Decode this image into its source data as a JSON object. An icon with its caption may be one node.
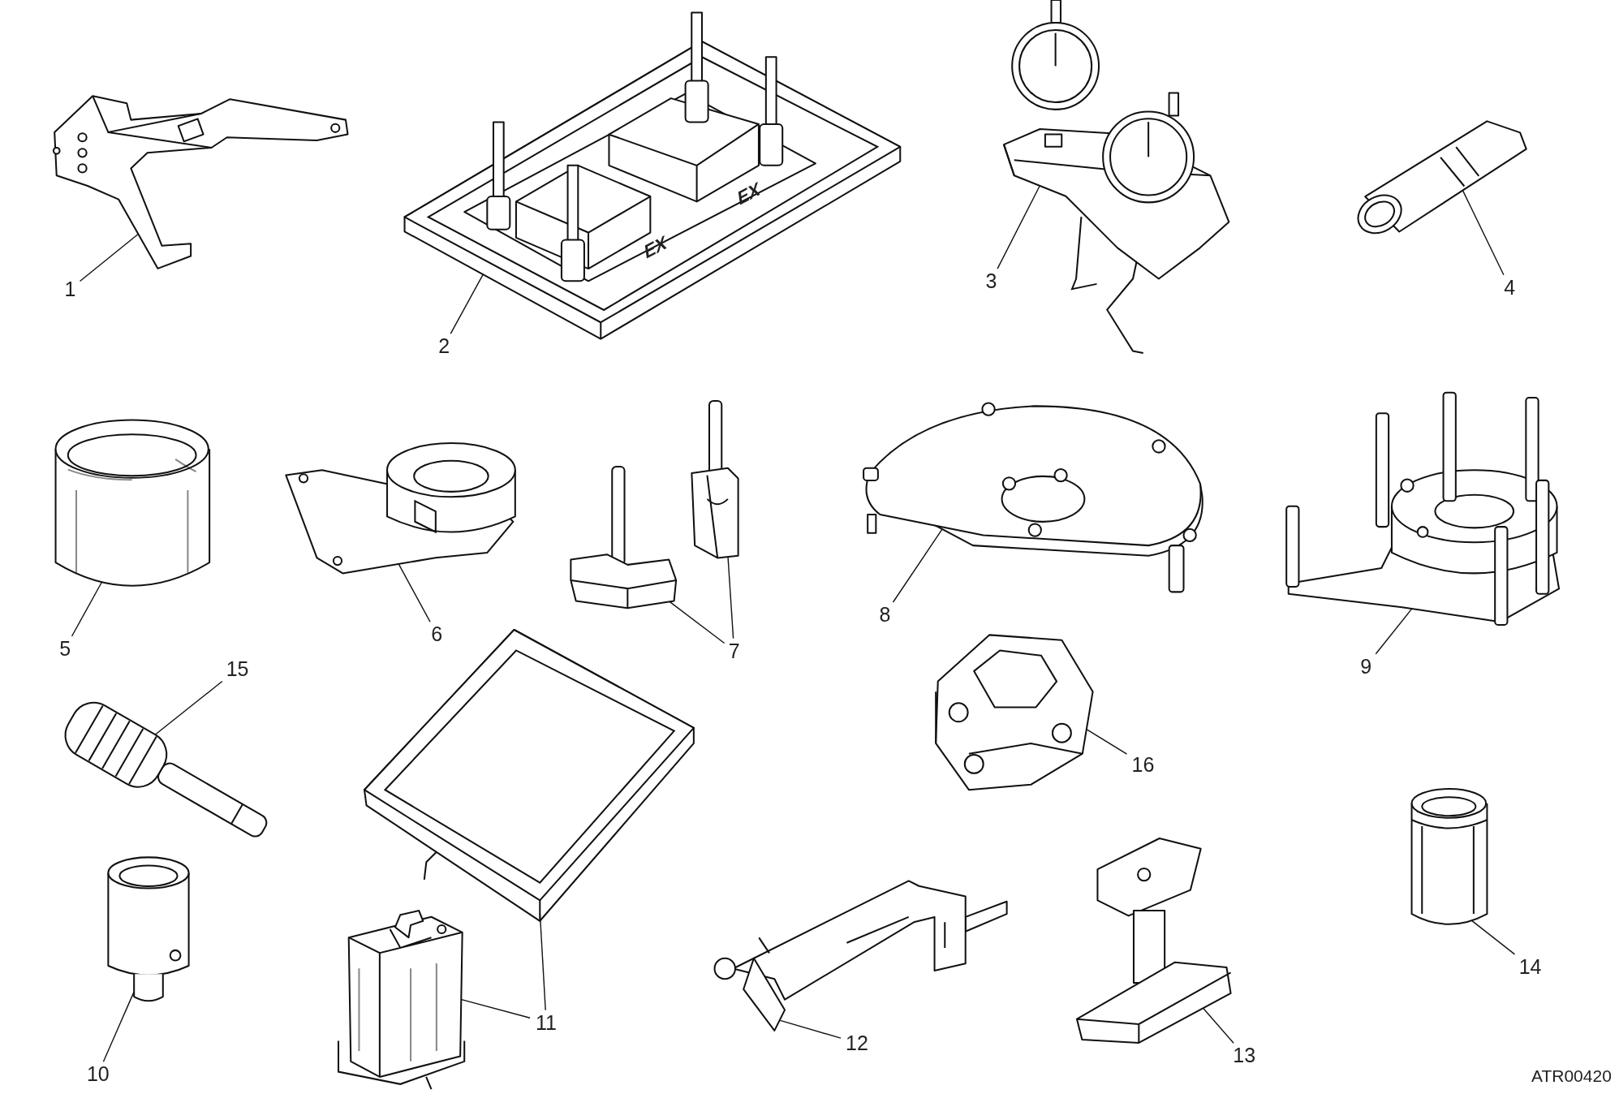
{
  "diagram": {
    "nodes": [
      {
        "text": [
          "1"
        ]
      },
      {
        "text": [],
        "shape": "picture"
      },
      {
        "text": [
          "2"
        ]
      },
      {
        "text": [],
        "shape": "picture"
      },
      {
        "text": [
          "3"
        ]
      },
      {
        "text": [],
        "shape": "picture"
      },
      {
        "text": [
          "4"
        ]
      },
      {
        "text": [],
        "shape": "picture"
      },
      {
        "text": [
          "5"
        ]
      },
      {
        "text": [],
        "shape": "picture"
      },
      {
        "text": [
          "6"
        ]
      },
      {
        "text": [],
        "shape": "picture"
      },
      {
        "text": [
          "7"
        ]
      },
      {
        "text": [],
        "shape": "picture"
      },
      {
        "text": [],
        "shape": "picture"
      },
      {
        "text": [
          "8"
        ]
      },
      {
        "text": [],
        "shape": "picture"
      },
      {
        "text": [
          "9"
        ]
      },
      {
        "text": [],
        "shape": "picture"
      },
      {
        "text": [
          "15"
        ]
      },
      {
        "text": [],
        "shape": "picture"
      },
      {
        "text": [
          "16"
        ]
      },
      {
        "text": [],
        "shape": "picture"
      },
      {
        "text": [
          "10"
        ]
      },
      {
        "text": [],
        "shape": "picture"
      },
      {
        "text": [
          "11"
        ]
      },
      {
        "text": [],
        "shape": "picture"
      },
      {
        "text": [],
        "shape": "picture"
      },
      {
        "text": [
          "12"
        ]
      },
      {
        "text": [],
        "shape": "picture"
      },
      {
        "text": [
          "13"
        ]
      },
      {
        "text": [],
        "shape": "picture"
      },
      {
        "text": [
          "14"
        ]
      },
      {
        "text": [],
        "shape": "picture"
      }
    ],
    "edges": [
      {
        "from": 0,
        "to": 1,
        "arrow": "none"
      },
      {
        "from": 2,
        "to": 3,
        "arrow": "none"
      },
      {
        "from": 4,
        "to": 5,
        "arrow": "none"
      },
      {
        "from": 6,
        "to": 7,
        "arrow": "none"
      },
      {
        "from": 8,
        "to": 9,
        "arrow": "none"
      },
      {
        "from": 10,
        "to": 11,
        "arrow": "none"
      },
      {
        "from": 12,
        "to": 13,
        "arrow": "none"
      },
      {
        "from": 12,
        "to": 14,
        "arrow": "none"
      },
      {
        "from": 15,
        "to": 16,
        "arrow": "none"
      },
      {
        "from": 17,
        "to": 18,
        "arrow": "none"
      },
      {
        "from": 19,
        "to": 20,
        "arrow": "none"
      },
      {
        "from": 21,
        "to": 22,
        "arrow": "none"
      },
      {
        "from": 23,
        "to": 24,
        "arrow": "none"
      },
      {
        "from": 25,
        "to": 26,
        "arrow": "none"
      },
      {
        "from": 25,
        "to": 27,
        "arrow": "none"
      },
      {
        "from": 28,
        "to": 29,
        "arrow": "none"
      },
      {
        "from": 30,
        "to": 31,
        "arrow": "none"
      },
      {
        "from": 32,
        "to": 33,
        "arrow": "none"
      }
    ],
    "labels": [
      "EX",
      "EX",
      "ATR00420"
    ]
  }
}
